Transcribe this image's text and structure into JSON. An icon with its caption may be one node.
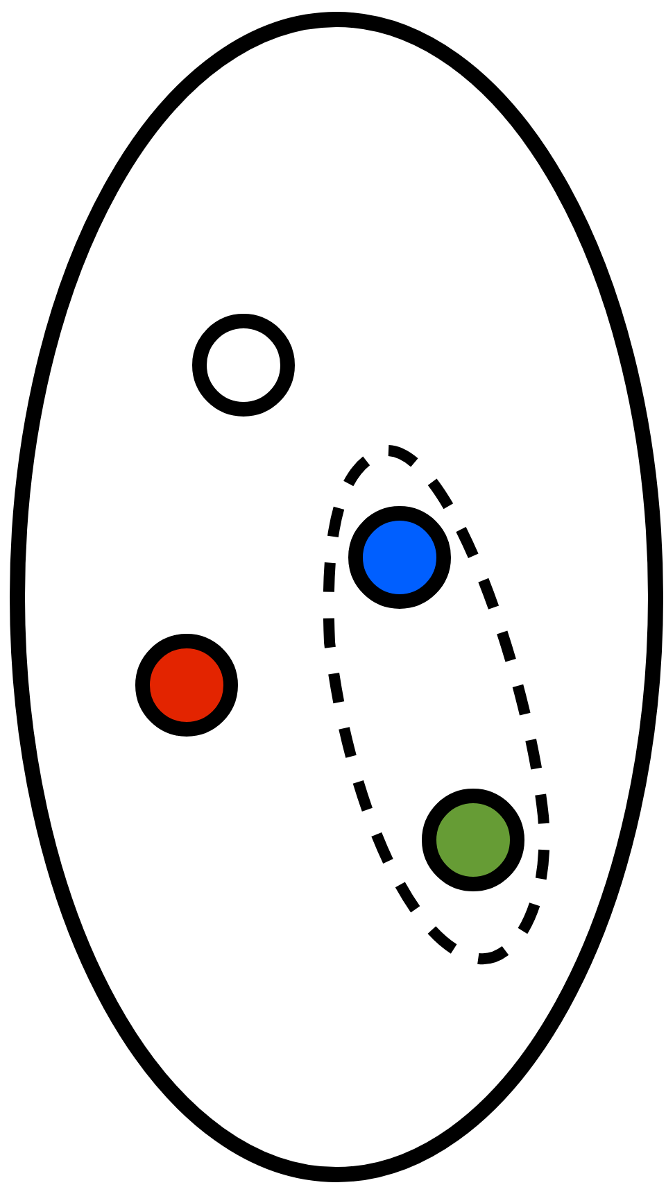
{
  "diagram": {
    "nodes": [
      {
        "text": [],
        "shape": "ellipse"
      },
      {
        "text": [],
        "shape": "circle",
        "in": 0
      },
      {
        "text": [],
        "shape": "loop",
        "in": 0
      },
      {
        "text": [],
        "shape": "circle",
        "in": 2
      },
      {
        "text": [],
        "shape": "circle",
        "in": 0
      },
      {
        "text": [],
        "shape": "circle",
        "in": 2
      }
    ]
  }
}
